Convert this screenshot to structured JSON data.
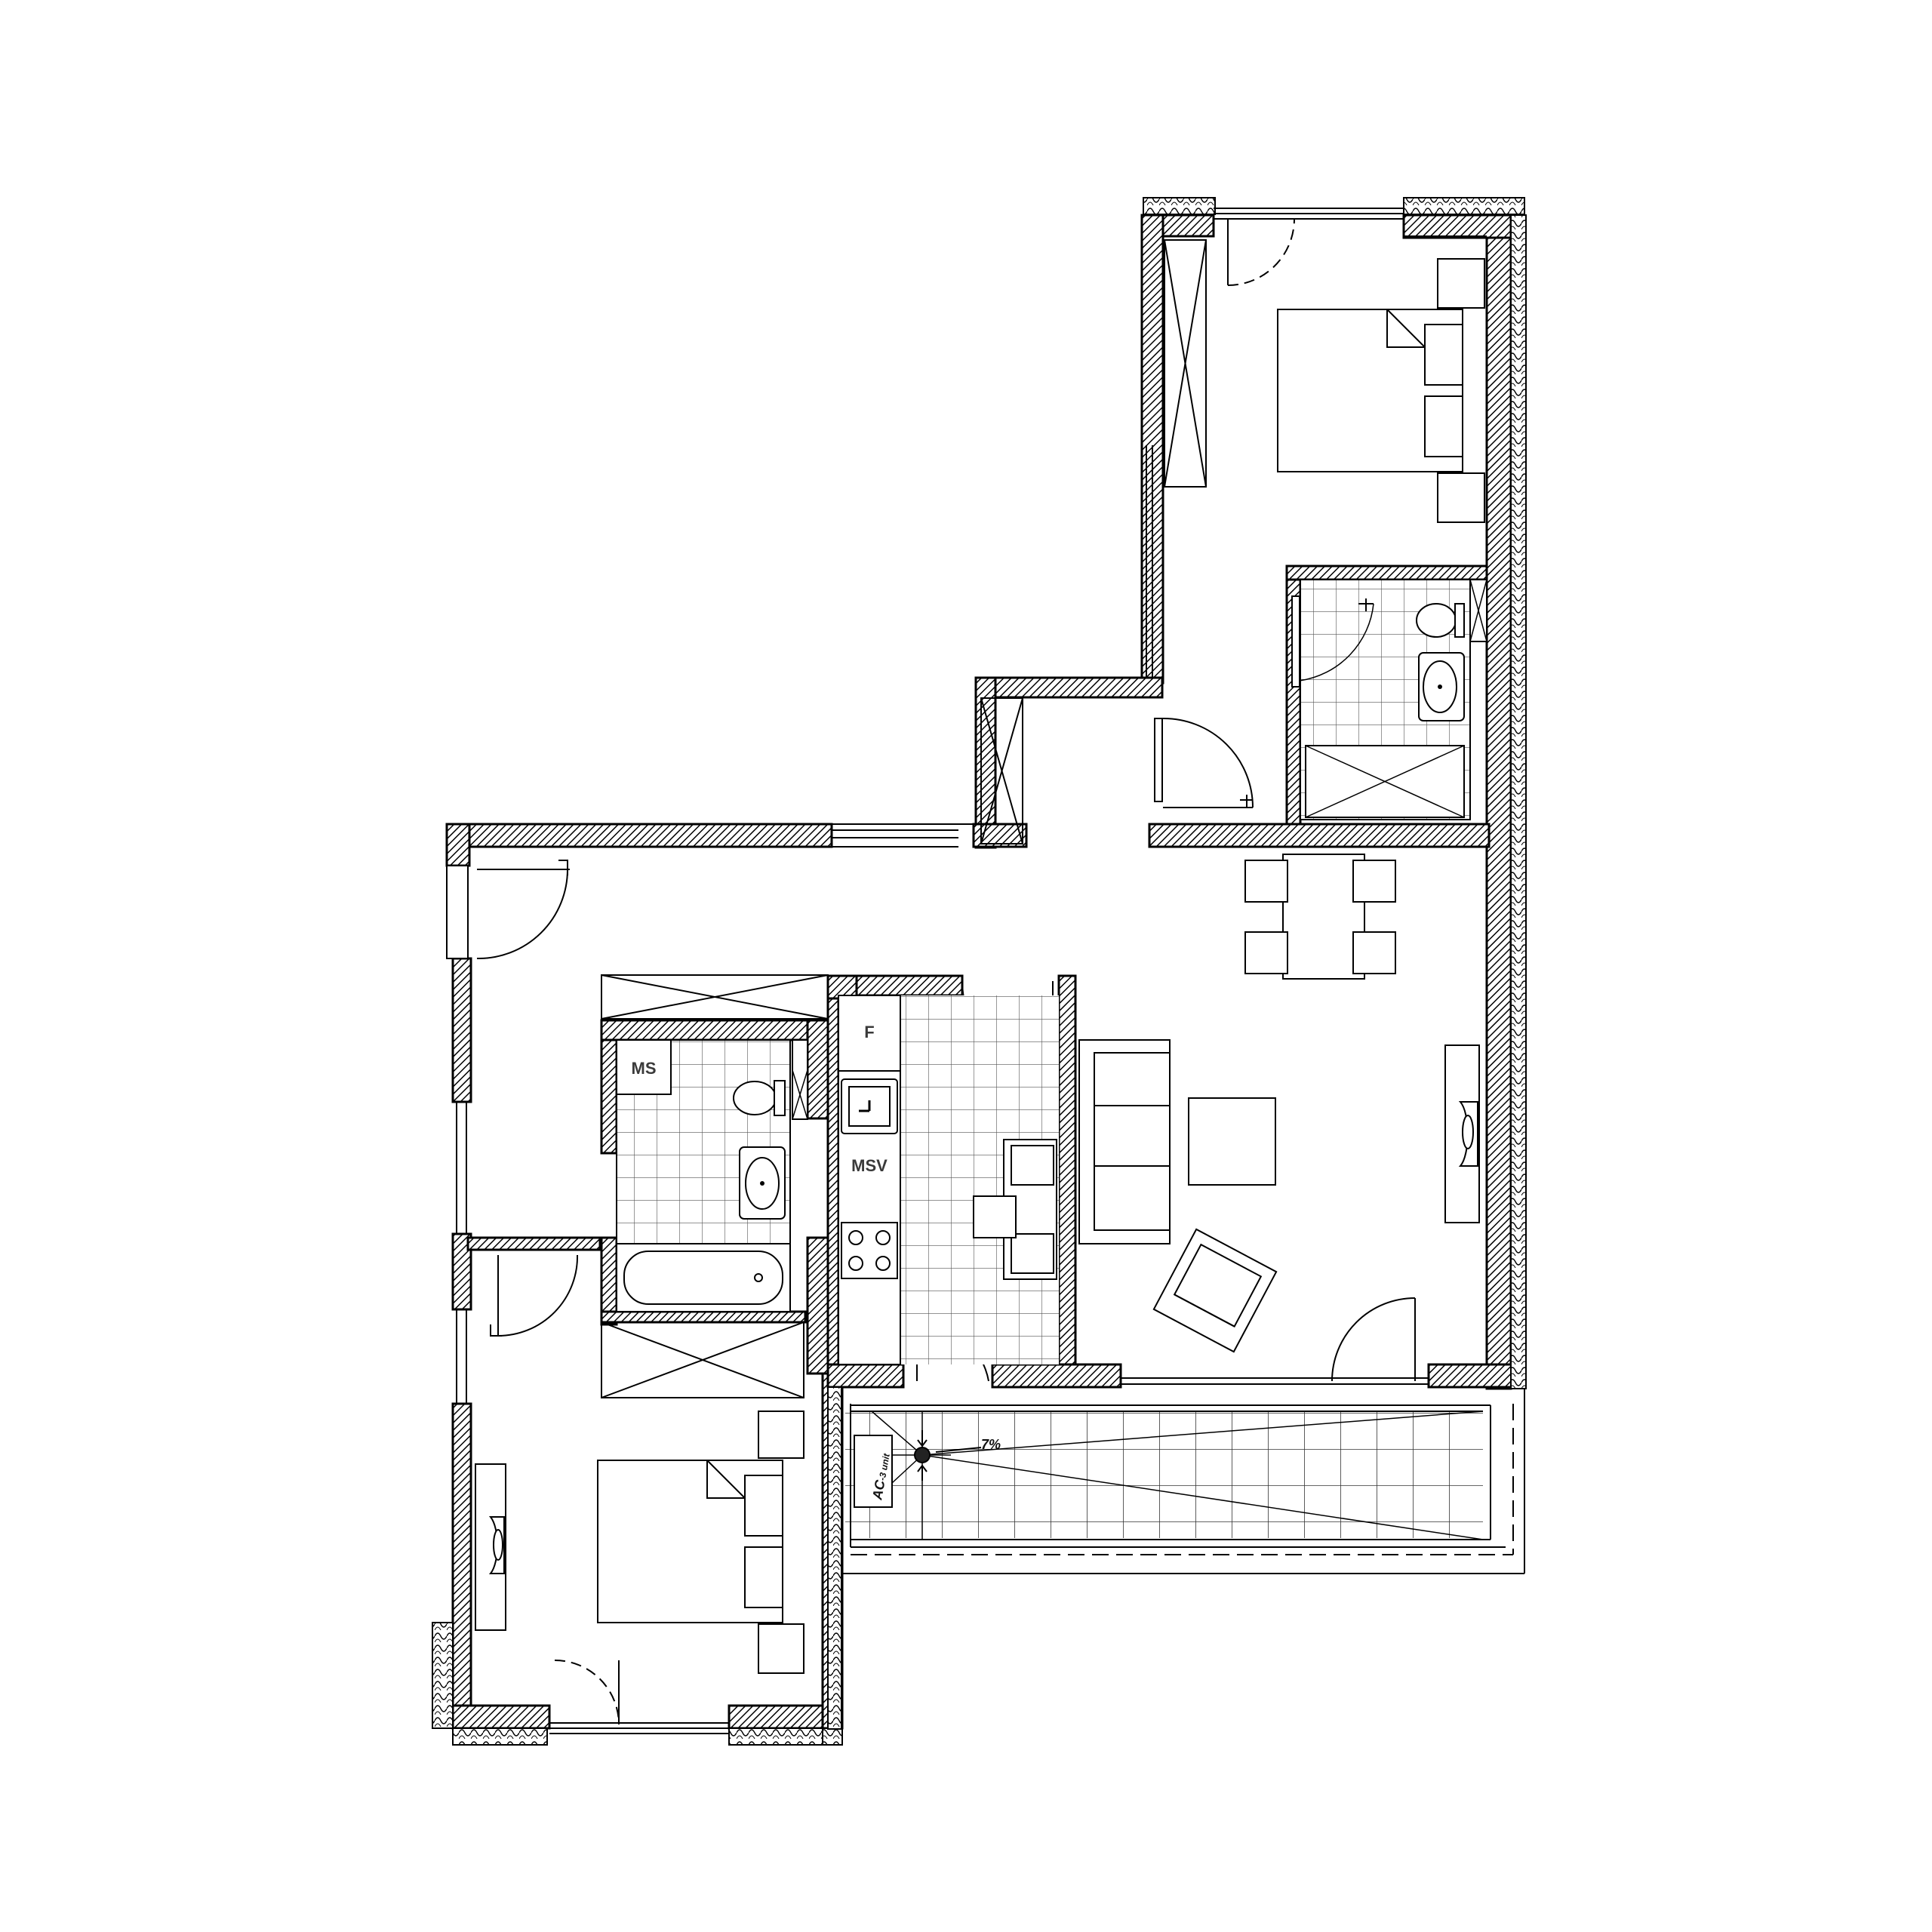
{
  "plan": {
    "labels": {
      "fridge": "F",
      "ms": "MS",
      "msv": "MSV",
      "ac_unit_main": "AC",
      "ac_unit_sub": "-3 unit",
      "slope": "7%"
    },
    "colors": {
      "background": "#ffffff",
      "wall_fill": "#4d4d4d",
      "wall_outline": "#000000",
      "line": "#1a1a1a"
    }
  }
}
